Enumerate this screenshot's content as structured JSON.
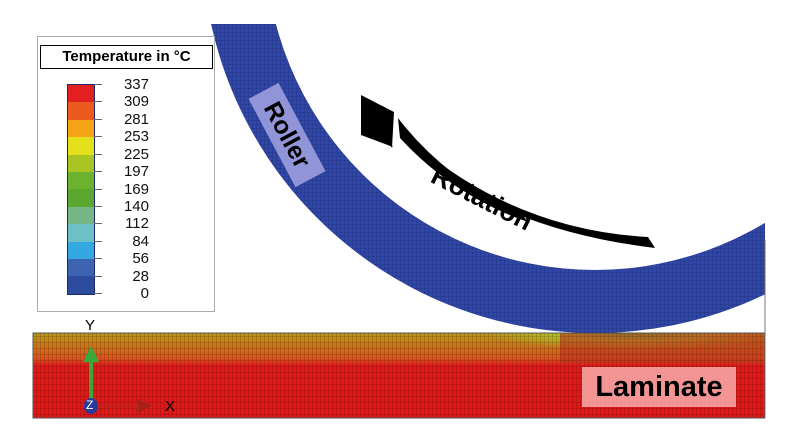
{
  "legend": {
    "title": "Temperature in °C",
    "labels": [
      "337",
      "309",
      "281",
      "253",
      "225",
      "197",
      "169",
      "140",
      "112",
      "84",
      "56",
      "28",
      "0"
    ],
    "band_colors": [
      "#e2201f",
      "#eb5a1e",
      "#f6a417",
      "#e4e01b",
      "#a8c524",
      "#6bb22e",
      "#5aa82f",
      "#74b685",
      "#6cc1c6",
      "#34a8e0",
      "#3e63b0",
      "#2e4c9e"
    ]
  },
  "labels": {
    "roller": "Roller",
    "rotation": "Rotation",
    "laminate": "Laminate"
  },
  "axes_triad": {
    "x": "X",
    "y": "Y",
    "z": "Z"
  },
  "colors": {
    "roller": "#2f47a8",
    "laminate": "#e01818"
  }
}
